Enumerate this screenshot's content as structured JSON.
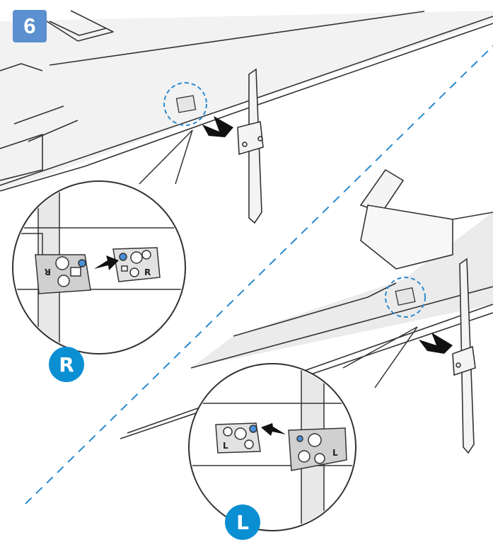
{
  "step": {
    "number": "6"
  },
  "right_side": {
    "label": "R",
    "bracket_label": "R",
    "clip_label": "R"
  },
  "left_side": {
    "label": "L",
    "bracket_label": "L",
    "clip_label": "L"
  },
  "colors": {
    "step_badge": "#5a8fd0",
    "side_badge": "#0a8fd3",
    "dashed_divider": "#2a8ad0",
    "pin_highlight": "#4a90d9"
  },
  "icons": {
    "direction": "arrow-icon",
    "step": "step-number-badge"
  }
}
